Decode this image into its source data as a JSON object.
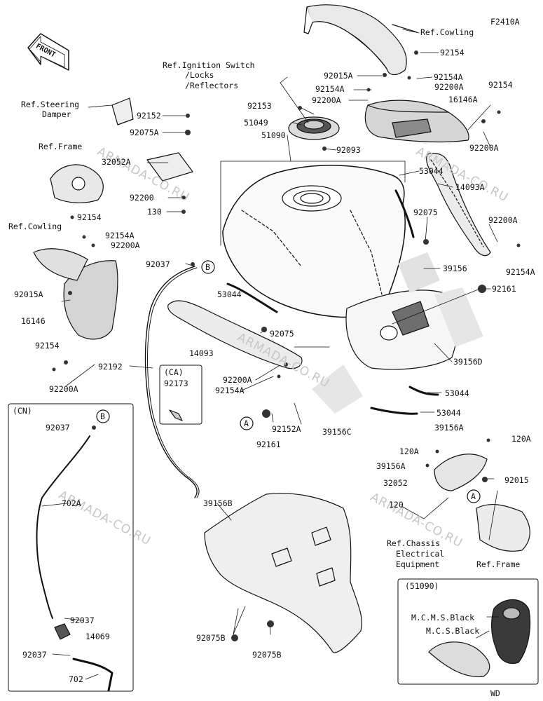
{
  "figure_code": "F2410A",
  "front_label": "FRONT",
  "watermark": "ARMADA-CO.RU",
  "insets": {
    "ca": "(CA)",
    "cn": "(CN)",
    "variant": "(51090)",
    "wd": "WD"
  },
  "callouts": {
    "a1": "A",
    "a2": "A",
    "b1": "B",
    "b2": "B"
  },
  "labels": {
    "ref_cowling_top": "Ref.Cowling",
    "p92154_top": "92154",
    "ref_ignition_1": "Ref.Ignition Switch",
    "ref_ignition_2": "/Locks",
    "ref_ignition_3": "/Reflectors",
    "p92015A_top": "92015A",
    "p92154A_a": "92154A",
    "p92154A_b": "92154A",
    "p92200A_a": "92200A",
    "p92200A_b": "92200A",
    "p92154_r": "92154",
    "p16146A": "16146A",
    "p92200A_r": "92200A",
    "ref_steering_1": "Ref.Steering",
    "ref_steering_2": "Damper",
    "p92152": "92152",
    "p92075A": "92075A",
    "p92153": "92153",
    "p51049": "51049",
    "p51090": "51090",
    "p92093": "92093",
    "ref_frame_l": "Ref.Frame",
    "p32052A": "32052A",
    "p92200": "92200",
    "p130": "130",
    "p53044_a": "53044",
    "p14093A": "14093A",
    "p92075_r": "92075",
    "p92200A_r2": "92200A",
    "p92154A_r2": "92154A",
    "p92154_l": "92154",
    "ref_cowling_l": "Ref.Cowling",
    "p92154A_l": "92154A",
    "p92200A_l": "92200A",
    "p92037_a": "92037",
    "p39156": "39156",
    "p92161_r": "92161",
    "p92015A_l": "92015A",
    "p53044_b": "53044",
    "p92075_c": "92075",
    "p16146": "16146",
    "p14093": "14093",
    "p39156D": "39156D",
    "p92154_l2": "92154",
    "p92200A_c": "92200A",
    "p92154A_c": "92154A",
    "p92192": "92192",
    "p92173": "92173",
    "p92200A_l2": "92200A",
    "p53044_c": "53044",
    "p53044_d": "53044",
    "p92152A": "92152A",
    "p39156C": "39156C",
    "p92161_c": "92161",
    "p92037_cn": "92037",
    "p39156A": "39156A",
    "p120A_l": "120A",
    "p120A_r": "120A",
    "p39156A_b": "39156A",
    "p32052": "32052",
    "p92015": "92015",
    "p702A": "702A",
    "p39156B": "39156B",
    "p120": "120",
    "ref_chassis_1": "Ref.Chassis",
    "ref_chassis_2": "Electrical",
    "ref_chassis_3": "Equipment",
    "ref_frame_r": "Ref.Frame",
    "p92037_cn2": "92037",
    "p14069": "14069",
    "p92037_cn3": "92037",
    "p702": "702",
    "p92075B_l": "92075B",
    "p92075B_r": "92075B",
    "mcms_black": "M.C.M.S.Black",
    "mcs_black": "M.C.S.Black"
  }
}
